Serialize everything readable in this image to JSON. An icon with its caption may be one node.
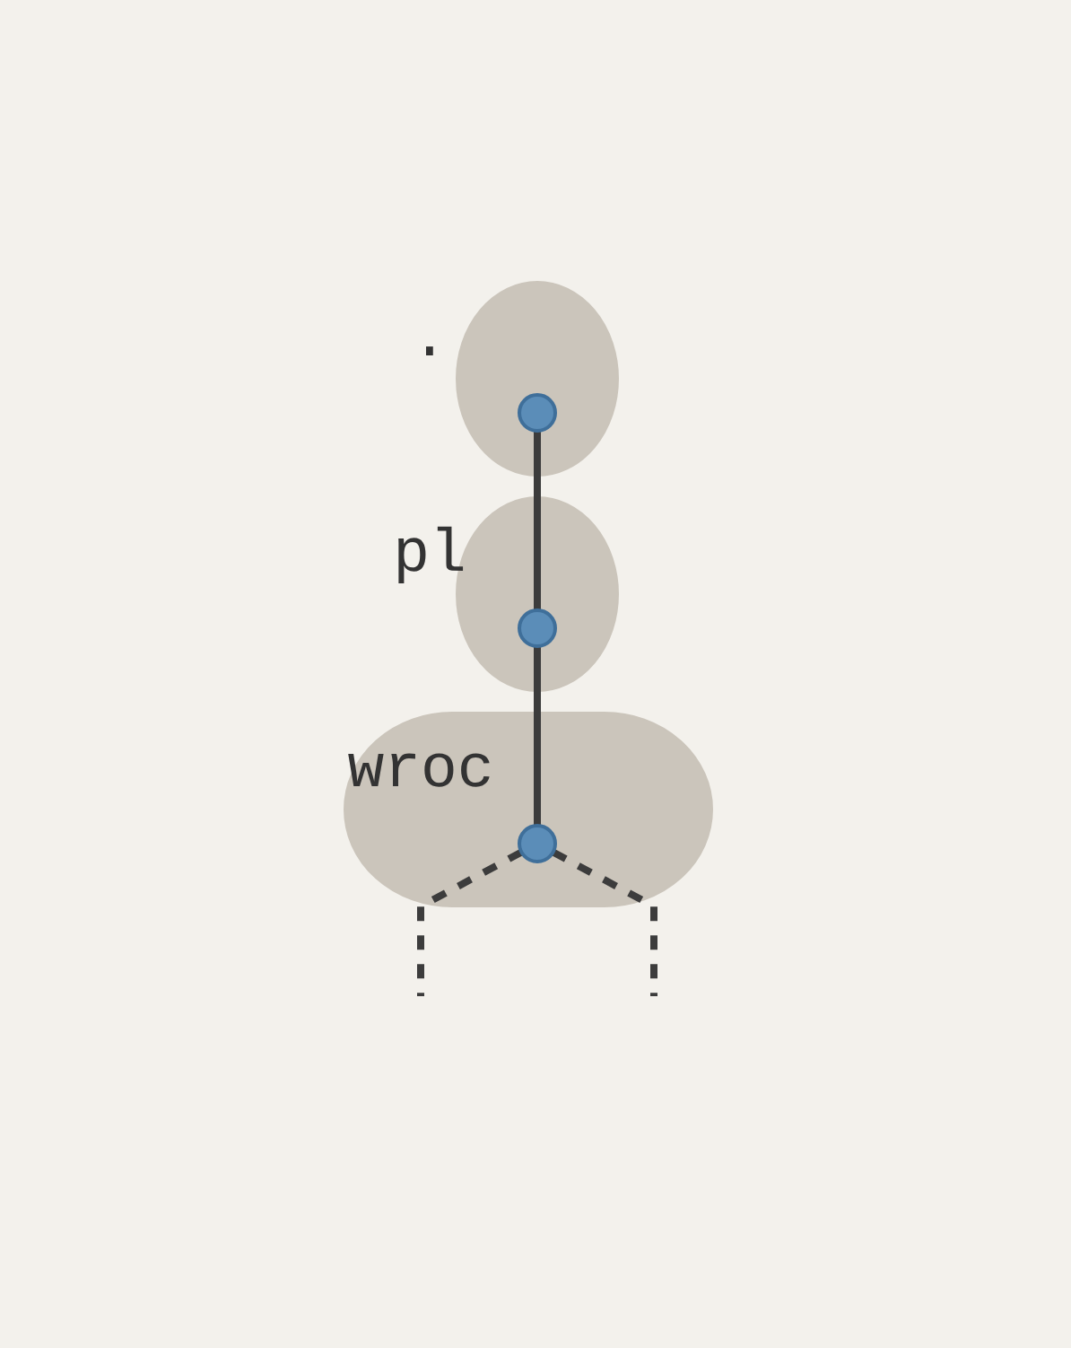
{
  "diagram": {
    "nodes": [
      {
        "text": [
          "."
        ]
      },
      {
        "text": [],
        "shape": "circle",
        "in": 0
      },
      {
        "text": [
          "pl"
        ]
      },
      {
        "text": [],
        "shape": "circle",
        "in": 2
      },
      {
        "text": [
          "wroc"
        ]
      },
      {
        "text": [],
        "shape": "circle",
        "in": 4
      }
    ],
    "edges": [
      {
        "from": 1,
        "to": 3,
        "arrow": "none"
      },
      {
        "from": 3,
        "to": 5,
        "arrow": "none"
      },
      {
        "from": 5,
        "to": null,
        "arrow": "none",
        "style": "dashed"
      },
      {
        "from": 5,
        "to": null,
        "arrow": "none",
        "style": "dashed"
      }
    ]
  }
}
